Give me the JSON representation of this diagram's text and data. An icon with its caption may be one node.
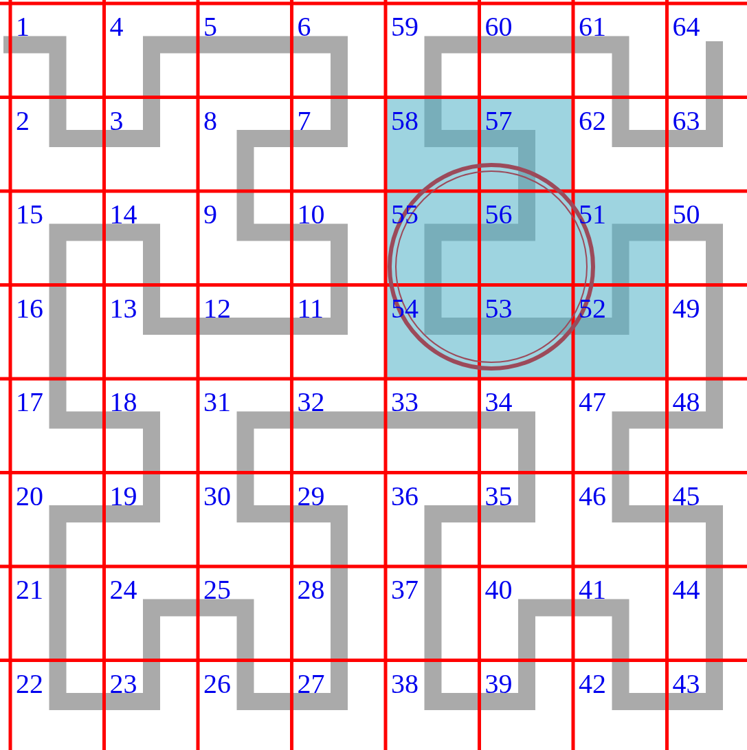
{
  "diagram": {
    "labels": [
      "1",
      "4",
      "5",
      "6",
      "59",
      "60",
      "61",
      "64",
      "2",
      "3",
      "8",
      "7",
      "58",
      "57",
      "62",
      "63",
      "15",
      "14",
      "9",
      "10",
      "55",
      "56",
      "51",
      "50",
      "16",
      "13",
      "12",
      "11",
      "54",
      "53",
      "52",
      "49",
      "17",
      "18",
      "31",
      "32",
      "33",
      "34",
      "47",
      "48",
      "20",
      "19",
      "30",
      "29",
      "36",
      "35",
      "46",
      "45",
      "21",
      "24",
      "25",
      "28",
      "37",
      "40",
      "41",
      "44",
      "22",
      "23",
      "26",
      "27",
      "38",
      "39",
      "42",
      "43"
    ]
  }
}
